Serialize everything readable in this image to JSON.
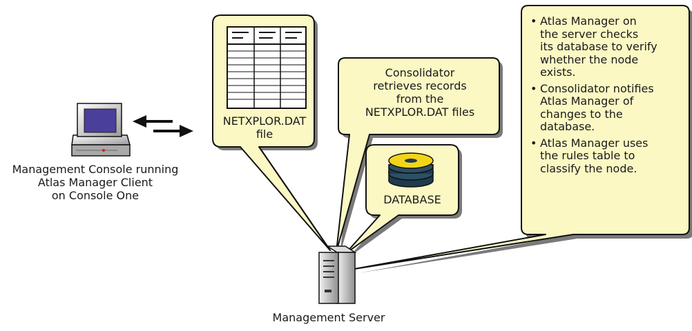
{
  "console": {
    "icon": "computer-monitor-icon",
    "caption": [
      "Management Console running",
      "Atlas Manager Client",
      "on Console One"
    ]
  },
  "sync_arrows": {
    "icon": "bidirectional-arrows-icon"
  },
  "file_callout": {
    "icon": "table-document-icon",
    "caption": [
      "NETXPLOR.DAT",
      "file"
    ]
  },
  "consolidator_callout": {
    "text": [
      "Consolidator",
      "retrieves records",
      "from the",
      "NETXPLOR.DAT files"
    ]
  },
  "database_callout": {
    "icon": "database-stack-icon",
    "caption": "DATABASE"
  },
  "notes_callout": {
    "bullets": [
      [
        "Atlas Manager on",
        "the server checks",
        "its database to verify",
        "whether the node",
        "exists."
      ],
      [
        "Consolidator notifies",
        "Atlas Manager of",
        "changes to the",
        "database."
      ],
      [
        "Atlas Manager uses",
        "the rules table to",
        "classify the node."
      ]
    ]
  },
  "server": {
    "icon": "tower-server-icon",
    "caption": "Management Server"
  },
  "colors": {
    "callout_fill": "#fbf8c4",
    "callout_shadow": "#7a7a7a",
    "outline": "#111111",
    "monitor_screen": "#4a3f9a",
    "disk_yellow": "#f2d51a",
    "disk_dark": "#1f3b4d"
  }
}
